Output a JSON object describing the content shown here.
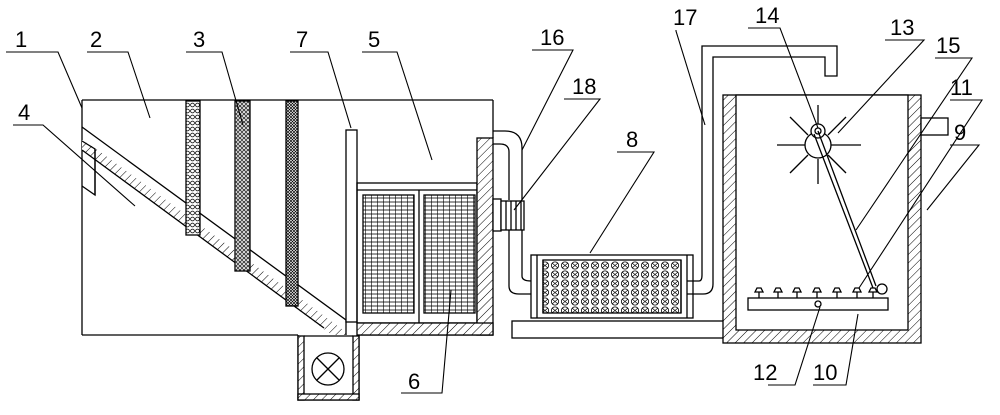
{
  "labels": [
    "1",
    "2",
    "3",
    "4",
    "5",
    "6",
    "7",
    "8",
    "9",
    "10",
    "11",
    "12",
    "13",
    "14",
    "15",
    "16",
    "17",
    "18"
  ],
  "colors": {
    "line": "#000000",
    "background": "#ffffff"
  }
}
